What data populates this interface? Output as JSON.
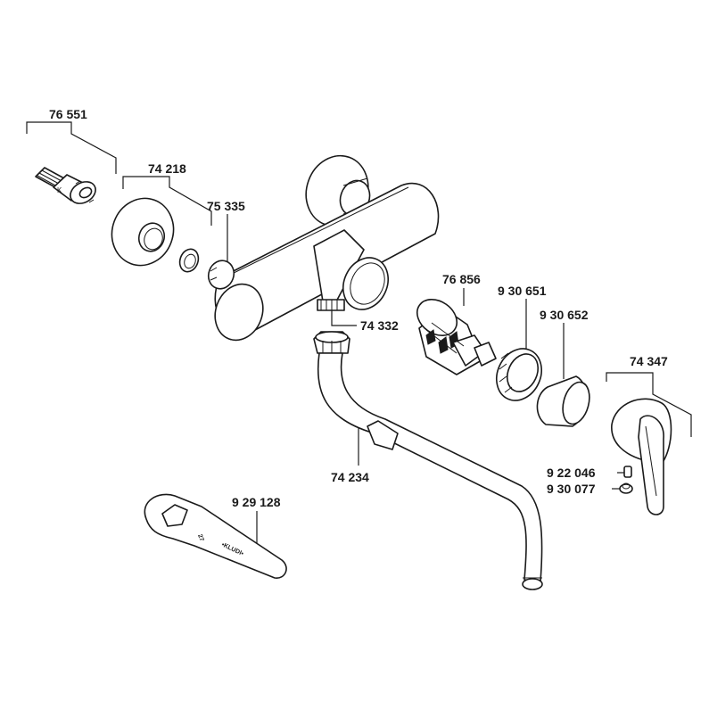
{
  "parts": {
    "p76551": "76 551",
    "p74218": "74 218",
    "p75335": "75 335",
    "p74332": "74 332",
    "p76856": "76 856",
    "p930651": "9 30 651",
    "p930652": "9 30 652",
    "p74347": "74 347",
    "p922046": "9 22 046",
    "p930077": "9 30 077",
    "p74234": "74 234",
    "p929128": "9 29 128"
  },
  "marks": {
    "k_letter": "K",
    "wrench_size": "27",
    "brand": "•KLUDI•"
  },
  "colors": {
    "line": "#1a1a1a",
    "background": "#ffffff"
  }
}
